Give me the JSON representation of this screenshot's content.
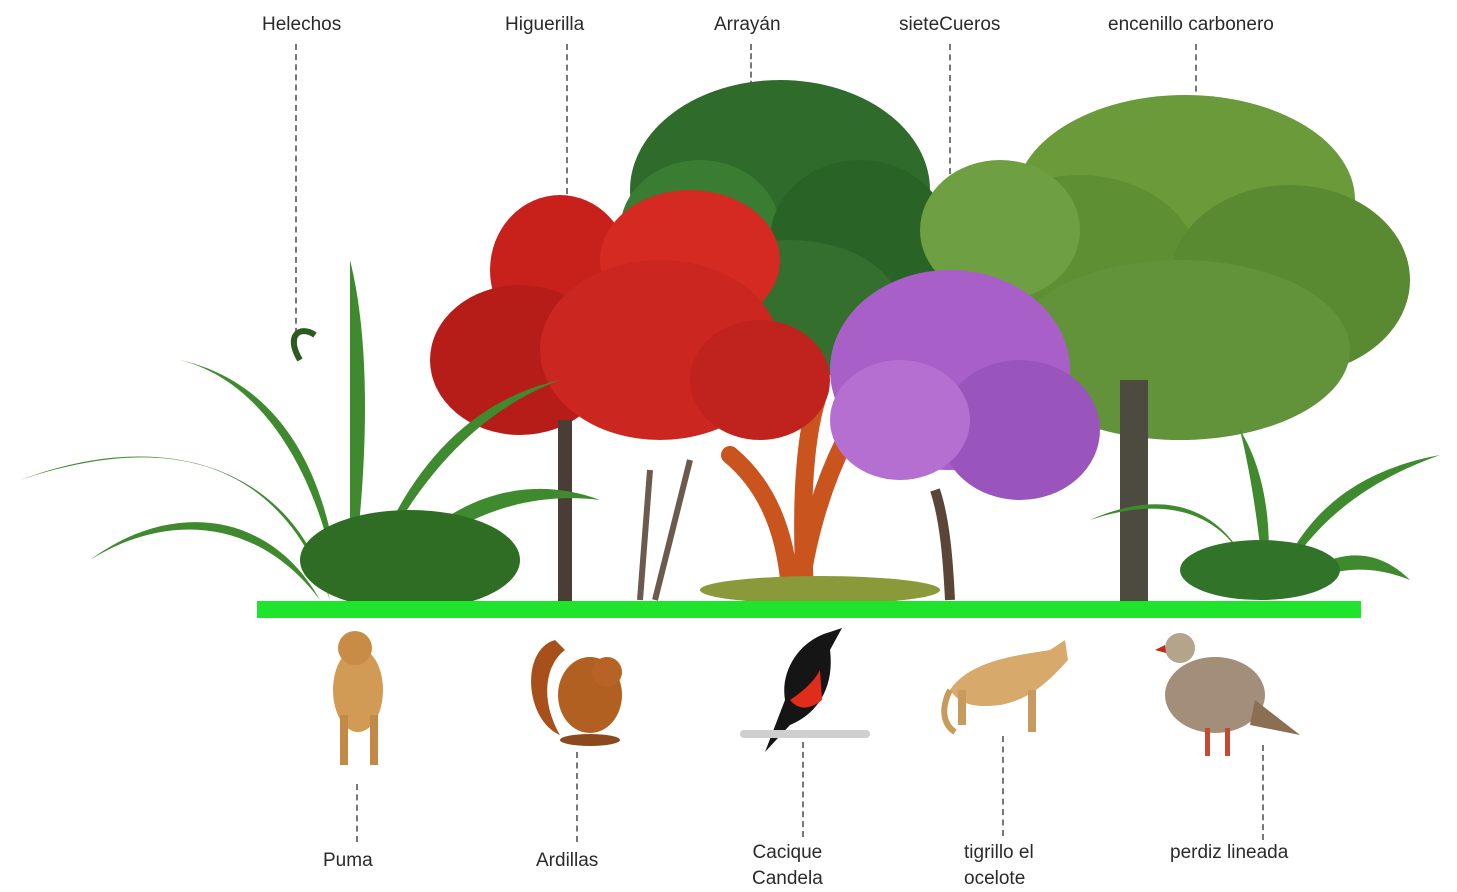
{
  "plants": [
    {
      "name": "Helechos"
    },
    {
      "name": "Higuerilla"
    },
    {
      "name": "Arrayán"
    },
    {
      "name": "sieteCueros"
    },
    {
      "name": "encenillo carbonero"
    }
  ],
  "animals": [
    {
      "name": "Puma"
    },
    {
      "name": "Ardillas"
    },
    {
      "name": "Cacique Candela",
      "line1": "Cacique",
      "line2": "Candela"
    },
    {
      "name": "tigrillo el ocelote",
      "line1": "tigrillo el",
      "line2": "ocelote"
    },
    {
      "name": "perdiz lineada"
    }
  ],
  "colors": {
    "ground": "#1ee52c",
    "fern": "#3f8a2e",
    "higuerilla": "#c8211c",
    "arrayan": "#2f6b2a",
    "siete_cueros": "#a860c8",
    "encenillo": "#5f8f33"
  }
}
